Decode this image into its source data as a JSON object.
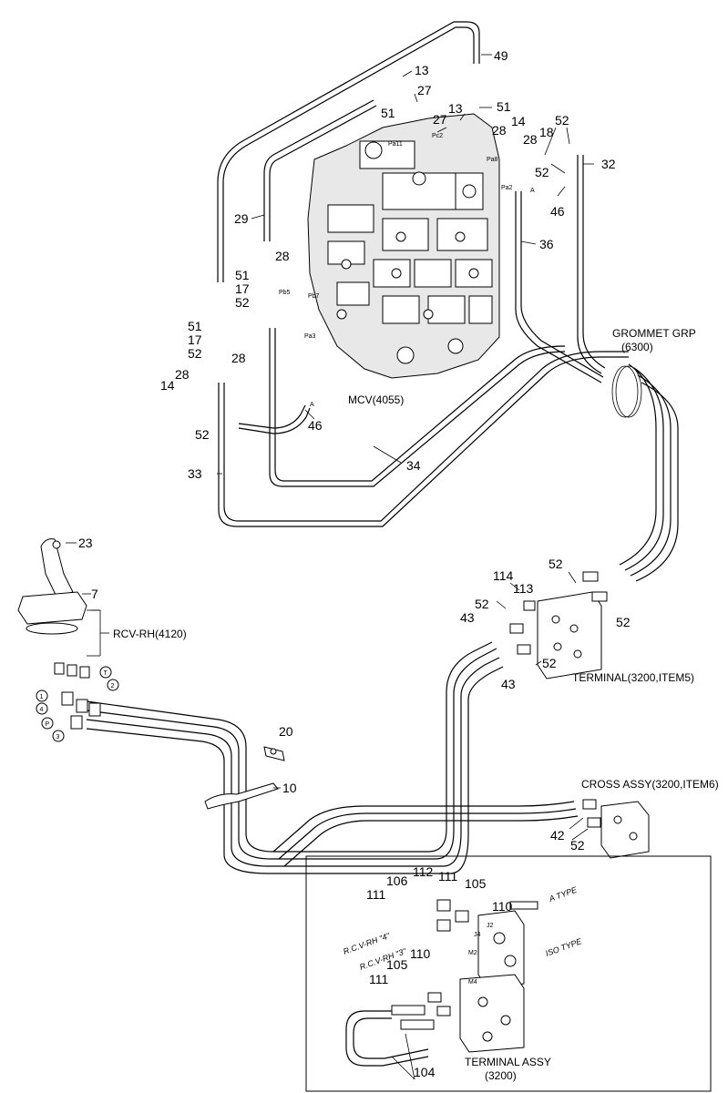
{
  "assemblies": {
    "mcv": "MCV(4055)",
    "grommet_title": "GROMMET GRP",
    "grommet_code": "(6300)",
    "rcv": "RCV-RH(4120)",
    "terminal": "TERMINAL(3200,ITEM5)",
    "cross": "CROSS ASSY(3200,ITEM6)",
    "terminal_assy_title": "TERMINAL ASSY",
    "terminal_assy_code": "(3200)"
  },
  "inset_labels": {
    "a_type": "A TYPE",
    "iso_type": "ISO TYPE",
    "rcv_4": "R.C.V-RH \"4\"",
    "rcv_3": "R.C.V-RH \"3\"",
    "j2": "J2",
    "j4": "J4",
    "m2": "M2",
    "m4": "M4"
  },
  "port_labels": {
    "pa11": "Pa11",
    "pc2": "Pc2",
    "pa8": "Pa8",
    "pa2": "Pa2",
    "pb5": "Pb5",
    "pb7": "Pb7",
    "pa3": "Pa3",
    "arrow_a_1": "A",
    "arrow_a_2": "A"
  },
  "rcv_ports": {
    "p1": "1",
    "p2": "2",
    "p3": "3",
    "p4": "4",
    "pt": "T",
    "pp": "P"
  },
  "callouts": {
    "c49": "49",
    "c13a": "13",
    "c27a": "27",
    "c51a": "51",
    "c27b": "27",
    "c13b": "13",
    "c51b": "51",
    "c28a": "28",
    "c14a": "14",
    "c18": "18",
    "c52a": "52",
    "c28b": "28",
    "c52b": "52",
    "c32": "32",
    "c46a": "46",
    "c29": "29",
    "c28c": "28",
    "c51c": "51",
    "c17a": "17",
    "c52c": "52",
    "c36": "36",
    "c51d": "51",
    "c17b": "17",
    "c52d": "52",
    "c28d": "28",
    "c28e": "28",
    "c14b": "14",
    "c52e": "52",
    "c46b": "46",
    "c34": "34",
    "c33": "33",
    "c23": "23",
    "c7": "7",
    "c114": "114",
    "c113": "113",
    "c52f": "52",
    "c43a": "43",
    "c52g": "52",
    "c52h": "52",
    "c52i": "52",
    "c43b": "43",
    "c20": "20",
    "c10": "10",
    "c42": "42",
    "c52j": "52",
    "c112": "112",
    "c106": "106",
    "c111a": "111",
    "c111b": "111",
    "c105a": "105",
    "c110a": "110",
    "c105b": "105",
    "c110b": "110",
    "c111c": "111",
    "c104": "104"
  }
}
